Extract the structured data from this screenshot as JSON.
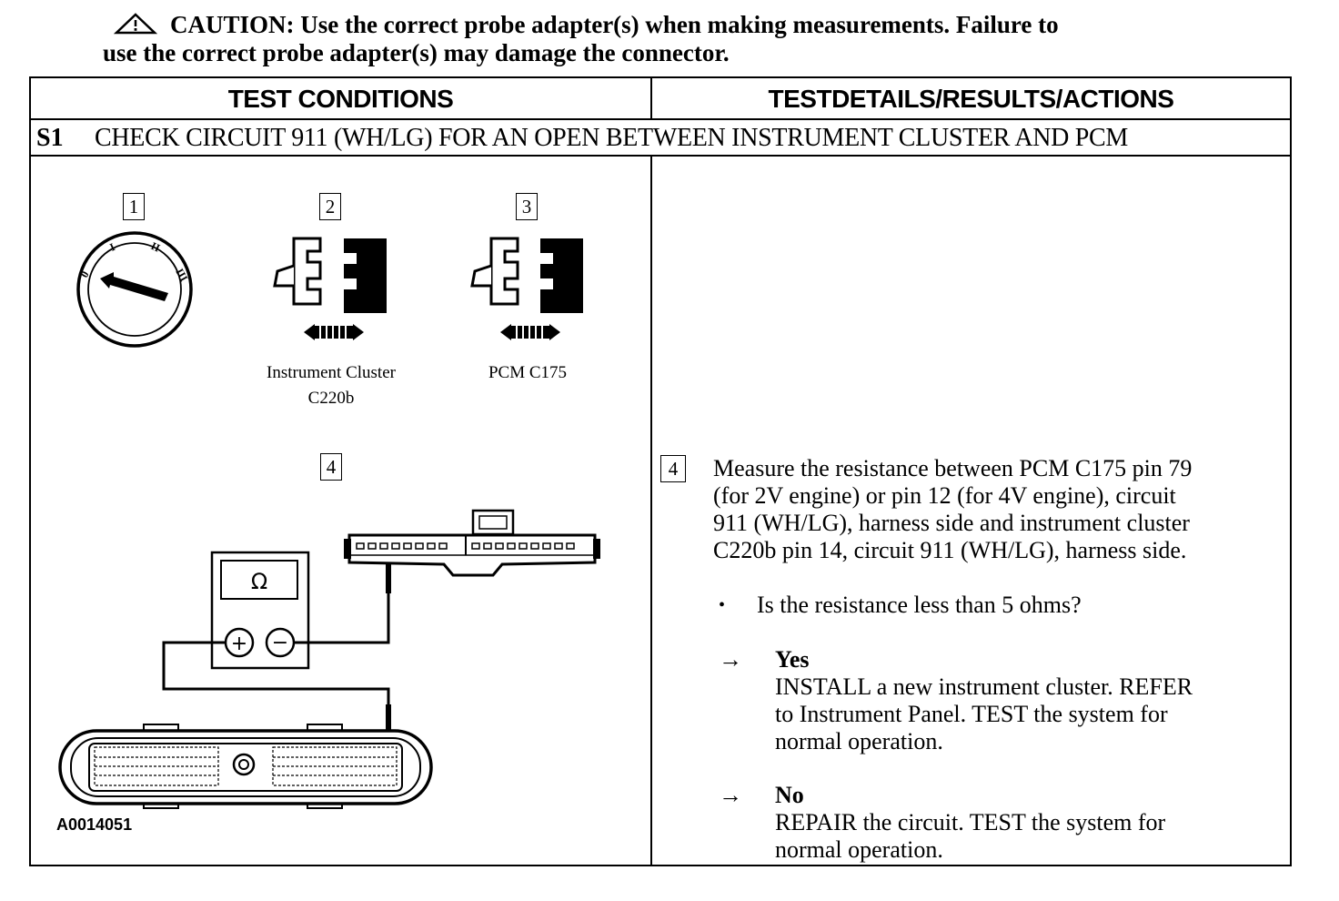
{
  "caution": {
    "label": "CAUTION:",
    "line1": "Use the correct probe adapter(s) when making measurements. Failure to",
    "line2": "use the correct probe adapter(s) may damage the connector."
  },
  "table": {
    "header_left": "TEST CONDITIONS",
    "header_right": "TESTDETAILS/RESULTS/ACTIONS",
    "step_id": "S1",
    "step_title": "CHECK CIRCUIT 911 (WH/LG) FOR AN OPEN BETWEEN INSTRUMENT CLUSTER AND PCM"
  },
  "figure": {
    "step_numbers": [
      "1",
      "2",
      "3",
      "4"
    ],
    "ignition_positions": [
      "0",
      "I",
      "II",
      "III"
    ],
    "connector2_label_line1": "Instrument Cluster",
    "connector2_label_line2": "C220b",
    "connector3_label": "PCM C175",
    "meter_symbol": "Ω",
    "meter_plus": "+",
    "meter_minus": "−",
    "figure_id": "A0014051"
  },
  "details": {
    "step_number": "4",
    "measure_line1": "Measure the resistance between PCM C175 pin 79",
    "measure_line2": "(for 2V engine) or pin 12 (for 4V engine), circuit",
    "measure_line3": "911 (WH/LG), harness side and instrument cluster",
    "measure_line4": "C220b pin 14, circuit 911 (WH/LG), harness side.",
    "bullet": "•",
    "question": "Is the resistance less than 5 ohms?",
    "arrow": "→",
    "yes_label": "Yes",
    "yes_line1": "INSTALL a new instrument cluster. REFER",
    "yes_line2": "to Instrument Panel. TEST the system for",
    "yes_line3": "normal operation.",
    "no_label": "No",
    "no_line1": "REPAIR the circuit. TEST the system for",
    "no_line2": "normal operation."
  }
}
